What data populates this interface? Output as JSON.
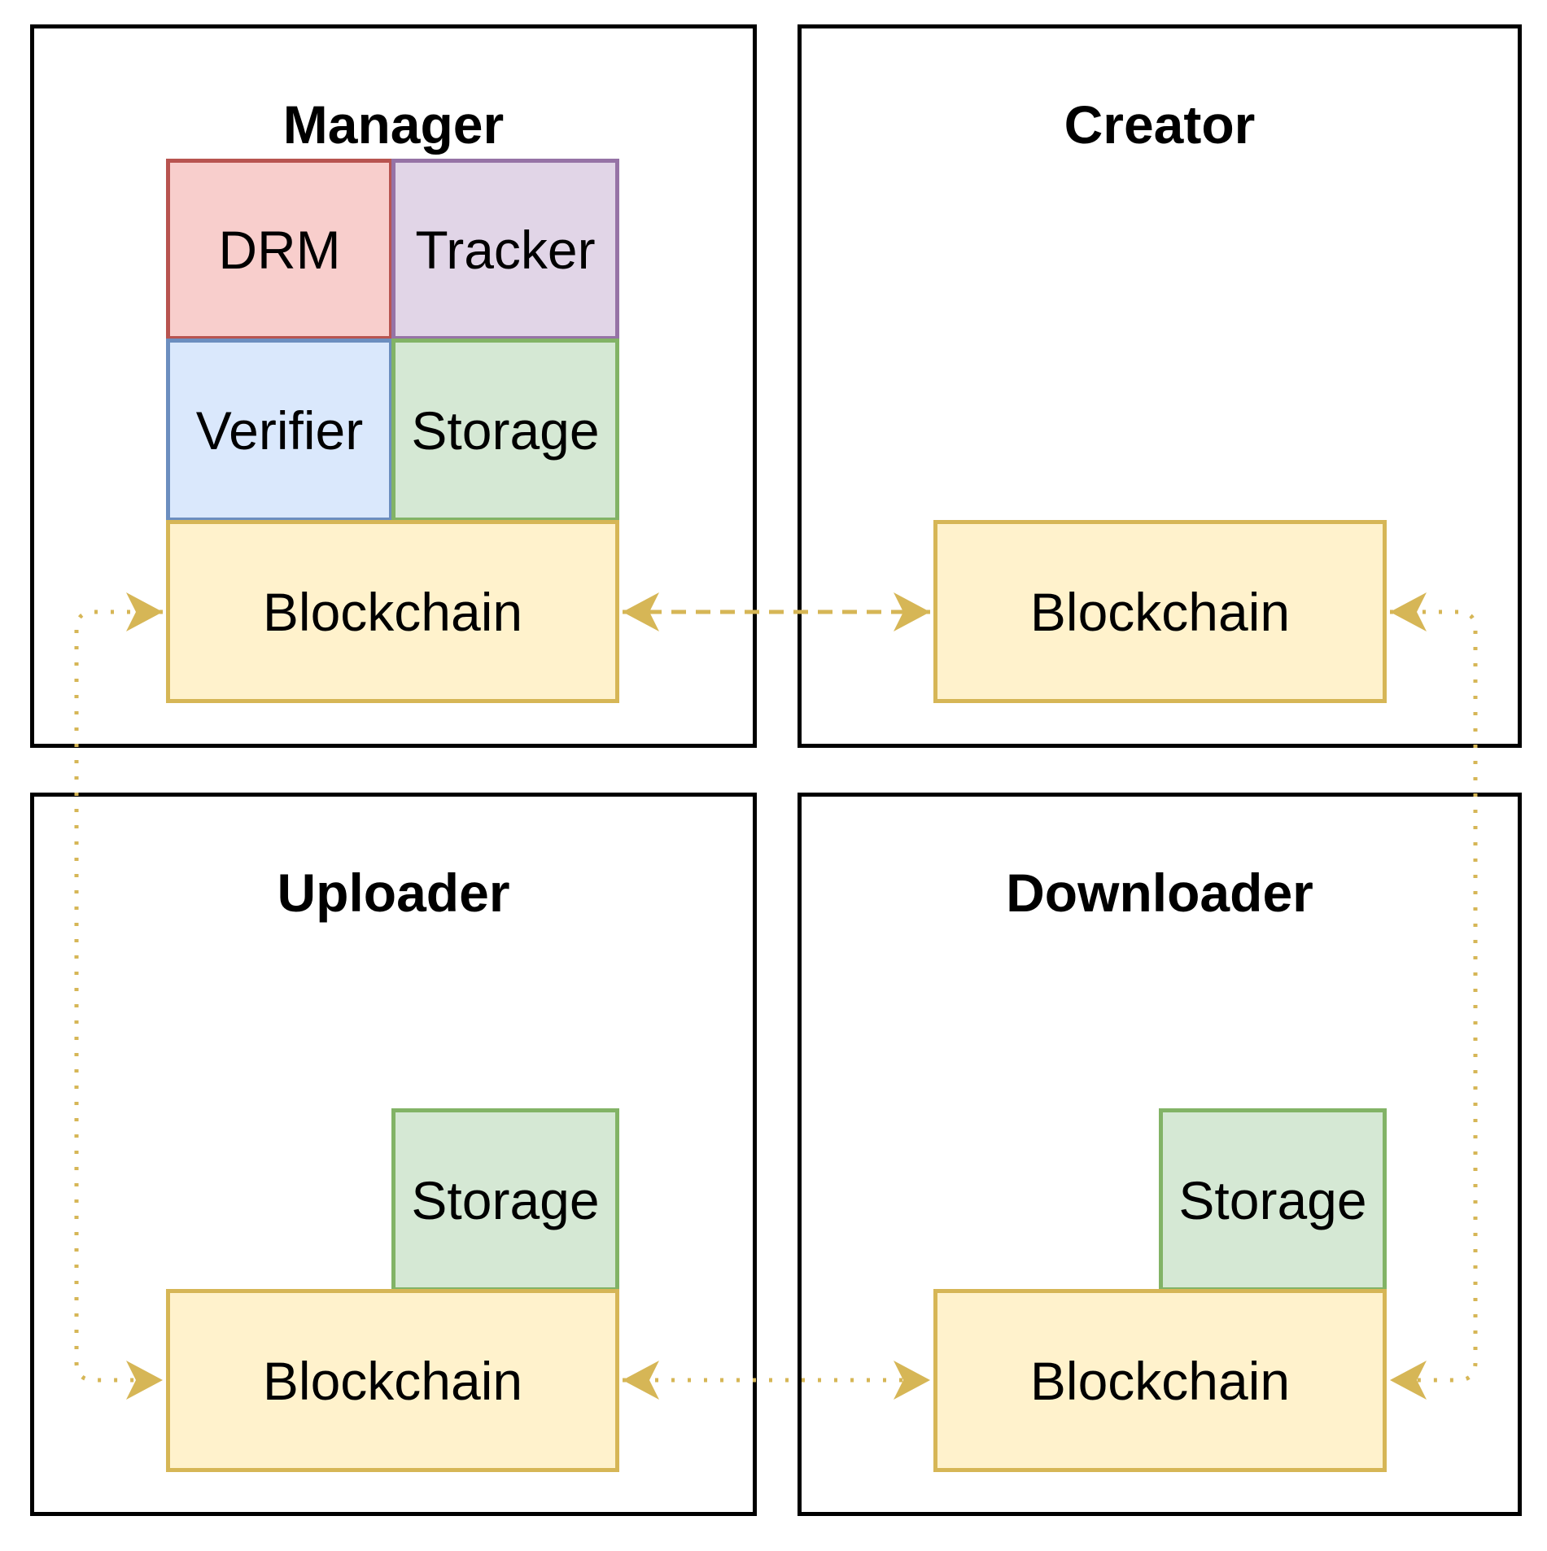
{
  "colors": {
    "panel_border": "#000000",
    "drm_fill": "#f8cecc",
    "drm_border": "#b85450",
    "tracker_fill": "#e1d5e7",
    "tracker_border": "#9673a6",
    "verifier_fill": "#dae8fc",
    "verifier_border": "#6c8ebf",
    "storage_fill": "#d5e8d4",
    "storage_border": "#82b366",
    "blockchain_fill": "#fff2cc",
    "blockchain_border": "#d6b656",
    "connector": "#d6b656"
  },
  "manager": {
    "title": "Manager",
    "drm": "DRM",
    "tracker": "Tracker",
    "verifier": "Verifier",
    "storage": "Storage",
    "blockchain": "Blockchain"
  },
  "creator": {
    "title": "Creator",
    "blockchain": "Blockchain"
  },
  "uploader": {
    "title": "Uploader",
    "storage": "Storage",
    "blockchain": "Blockchain"
  },
  "downloader": {
    "title": "Downloader",
    "storage": "Storage",
    "blockchain": "Blockchain"
  },
  "connectors": [
    {
      "name": "manager-creator-link",
      "style": "dashed",
      "from": "manager.blockchain",
      "to": "creator.blockchain"
    },
    {
      "name": "manager-uploader-link",
      "style": "dotted",
      "from": "manager.blockchain",
      "to": "uploader.blockchain"
    },
    {
      "name": "uploader-downloader-link",
      "style": "dotted",
      "from": "uploader.blockchain",
      "to": "downloader.blockchain"
    },
    {
      "name": "creator-downloader-link",
      "style": "dotted",
      "from": "creator.blockchain",
      "to": "downloader.blockchain"
    }
  ]
}
